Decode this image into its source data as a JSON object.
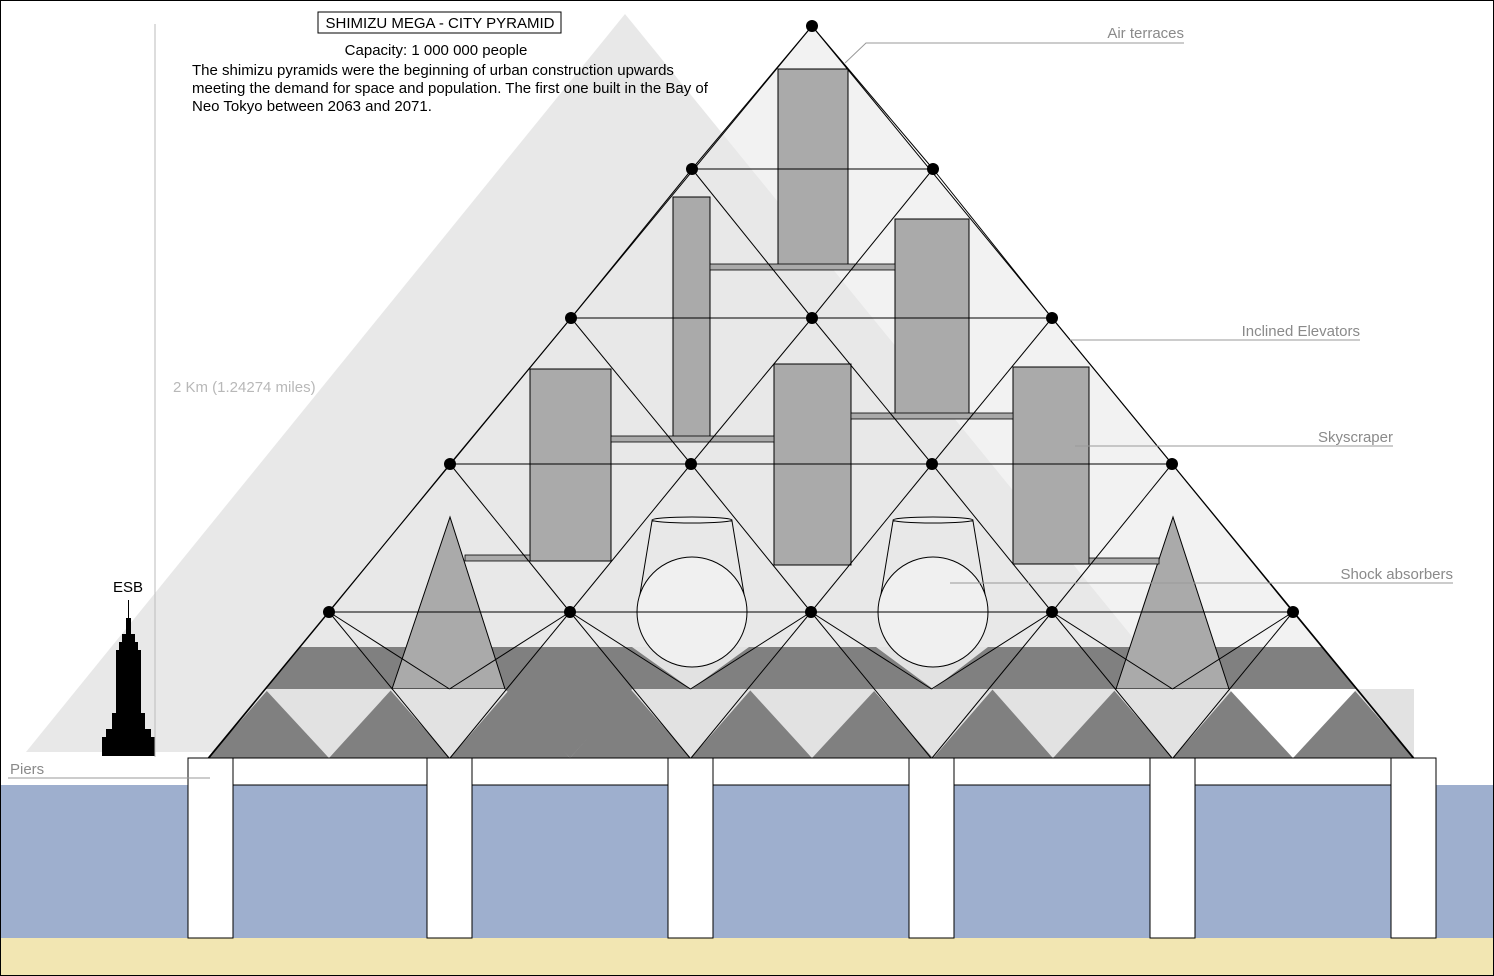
{
  "title": "SHIMIZU MEGA - CITY PYRAMID",
  "capacity": "Capacity: 1 000 000 people",
  "description": [
    "The shimizu pyramids were the beginning of urban construction upwards",
    "meeting the demand for space and population. The first one built in the Bay of",
    "Neo Tokyo between 2063 and 2071."
  ],
  "height_label": "2 Km (1.24274 miles)",
  "esb_label": "ESB",
  "labels": {
    "air_terraces": "Air terraces",
    "inclined_elevators": "Inclined Elevators",
    "skyscraper": "Skyscraper",
    "shock_absorbers": "Shock absorbers",
    "piers": "Piers"
  },
  "colors": {
    "water": "#9eafce",
    "sand": "#f2e6b2",
    "shadow_pyramid": "#e6e6e6",
    "building": "#aaaaaa",
    "band": "#808080",
    "frame": "#000000"
  }
}
